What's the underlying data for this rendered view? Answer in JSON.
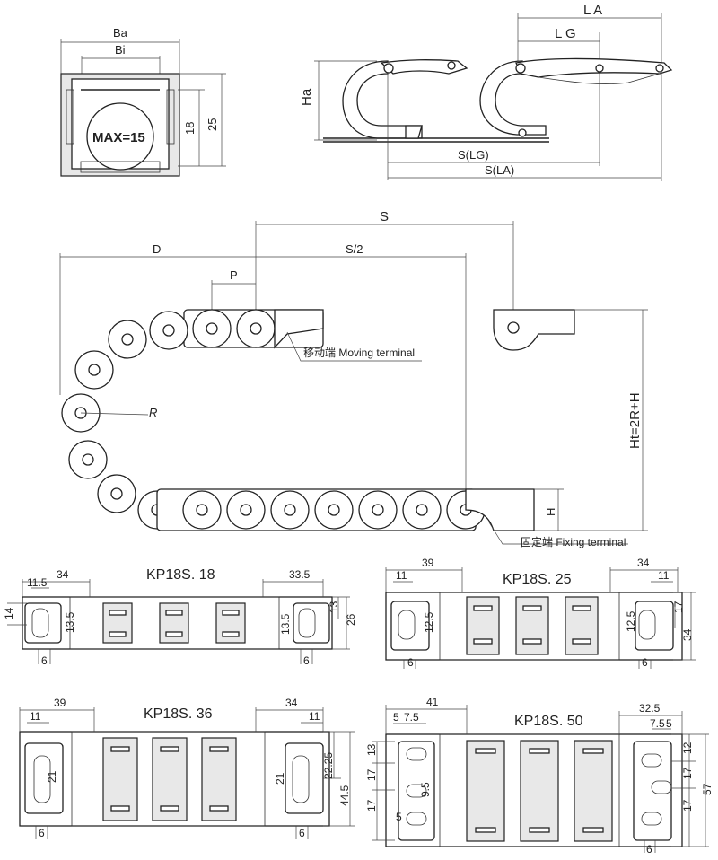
{
  "top_left": {
    "ba": "Ba",
    "bi": "Bi",
    "max_label": "MAX=15",
    "dim_18": "18",
    "dim_25": "25"
  },
  "top_right": {
    "la": "L A",
    "lg": "L G",
    "ha": "Ha",
    "s_lg": "S(LG)",
    "s_la": "S(LA)"
  },
  "middle": {
    "s": "S",
    "d": "D",
    "s_half": "S/2",
    "p": "P",
    "r": "R",
    "ht": "Ht=2R+H",
    "h": "H",
    "moving_terminal": "移动端 Moving terminal",
    "fixing_terminal": "固定端 Fixing terminal"
  },
  "kp18": {
    "title": "KP18S. 18",
    "d34": "34",
    "d11_5": "11.5",
    "d14": "14",
    "d13_5a": "13.5",
    "d6a": "6",
    "d33_5": "33.5",
    "d13_5b": "13.5",
    "d13": "13",
    "d26": "26",
    "d6b": "6"
  },
  "kp25": {
    "title": "KP18S. 25",
    "d39": "39",
    "d11a": "11",
    "d12_5a": "12.5",
    "d6a": "6",
    "d34": "34",
    "d11b": "11",
    "d12_5b": "12.5",
    "d17": "17",
    "d34v": "34",
    "d6b": "6"
  },
  "kp36": {
    "title": "KP18S. 36",
    "d39": "39",
    "d11a": "11",
    "d21a": "21",
    "d6a": "6",
    "d34": "34",
    "d11b": "11",
    "d21b": "21",
    "d22_25": "22.25",
    "d44_5": "44.5",
    "d6b": "6"
  },
  "kp50": {
    "title": "KP18S. 50",
    "d41": "41",
    "d5a": "5",
    "d7_5a": "7.5",
    "d13": "13",
    "d17a": "17",
    "d9_5": "9.5",
    "d17b": "17",
    "d5b": "5",
    "d32_5": "32.5",
    "d7_5b": "7.5",
    "d5c": "5",
    "d12": "12",
    "d17c": "17",
    "d17d": "17",
    "d57": "57",
    "d6": "6"
  }
}
